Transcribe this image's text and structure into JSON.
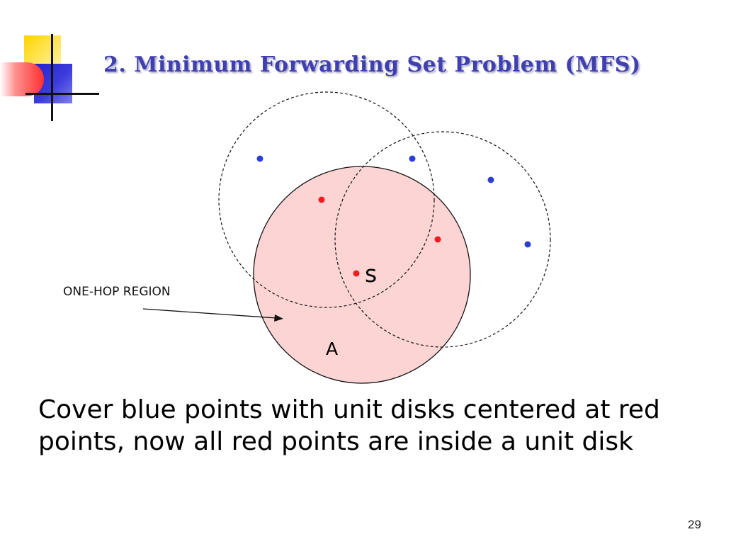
{
  "slide": {
    "title": "2. Minimum Forwarding Set Problem (MFS)",
    "region_label": "ONE-HOP REGION",
    "source_label": "s",
    "region_name": "A",
    "body": "Cover blue points  with unit disks centered at red points, now all red points are inside a unit disk",
    "page_number": "29"
  },
  "colors": {
    "title": "#3f3fb0",
    "one_hop_fill": "#fcd4d4",
    "red_point": "#ee1c1c",
    "blue_point": "#2d3fd0",
    "line": "#111111"
  },
  "icons": {
    "logo": "corner-squares-logo"
  }
}
